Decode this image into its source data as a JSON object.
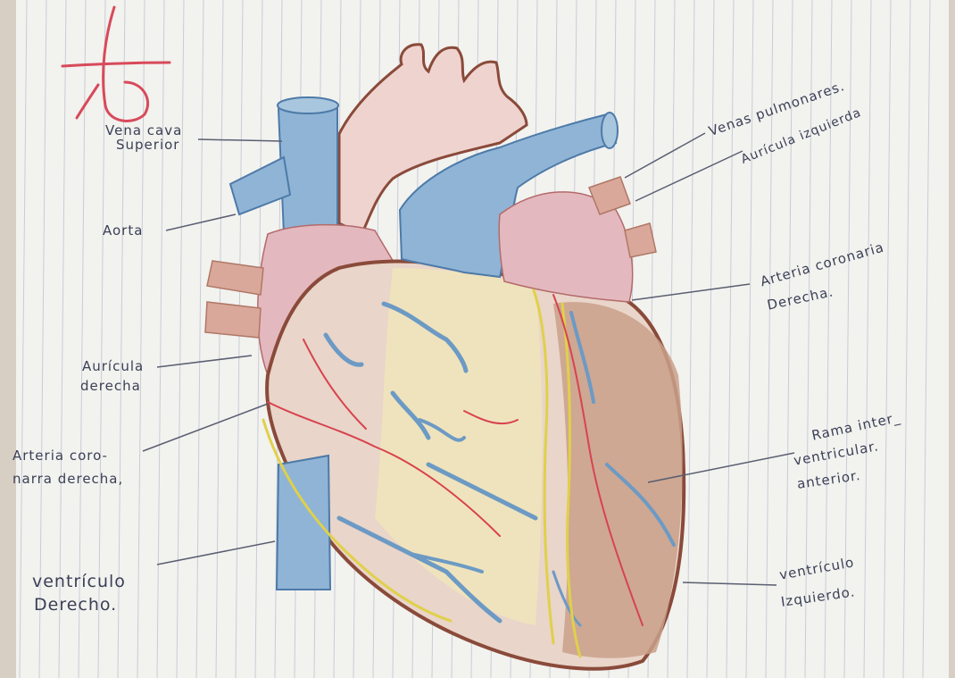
{
  "page_mark": "b",
  "colors": {
    "paper": "#f2f2ef",
    "grid": "#c9ccd6",
    "ink": "#3b3f55",
    "heart_outline": "#8a4a3a",
    "vein_blue": "#6c9ac4",
    "atrium_pink": "#e3b9bf",
    "ventricle_tan": "#c9a08a",
    "coronary_yellow": "#e0d04a",
    "artery_red": "#d8434f",
    "mark_red": "#d84a5a"
  },
  "labels": {
    "vena_cava_1": "Vena cava",
    "vena_cava_2": "Superior",
    "aorta": "Aorta",
    "auricula_der_1": "Aurícula",
    "auricula_der_2": "derecha",
    "arteria_coro_1": "Arteria coro-",
    "arteria_coro_2": "narra derecha,",
    "ventriculo_der_1": "ventrículo",
    "ventriculo_der_2": "Derecho.",
    "venas_pulmonares": "Venas pulmonares.",
    "auricula_izq": "Aurícula izquierda",
    "arteria_coronaria_1": "Arteria coronaria",
    "arteria_coronaria_2": "Derecha.",
    "rama_1": "Rama inter_",
    "rama_2": "ventricular.",
    "rama_3": "anterior.",
    "ventriculo_izq_1": "ventrículo",
    "ventriculo_izq_2": "Izquierdo."
  }
}
